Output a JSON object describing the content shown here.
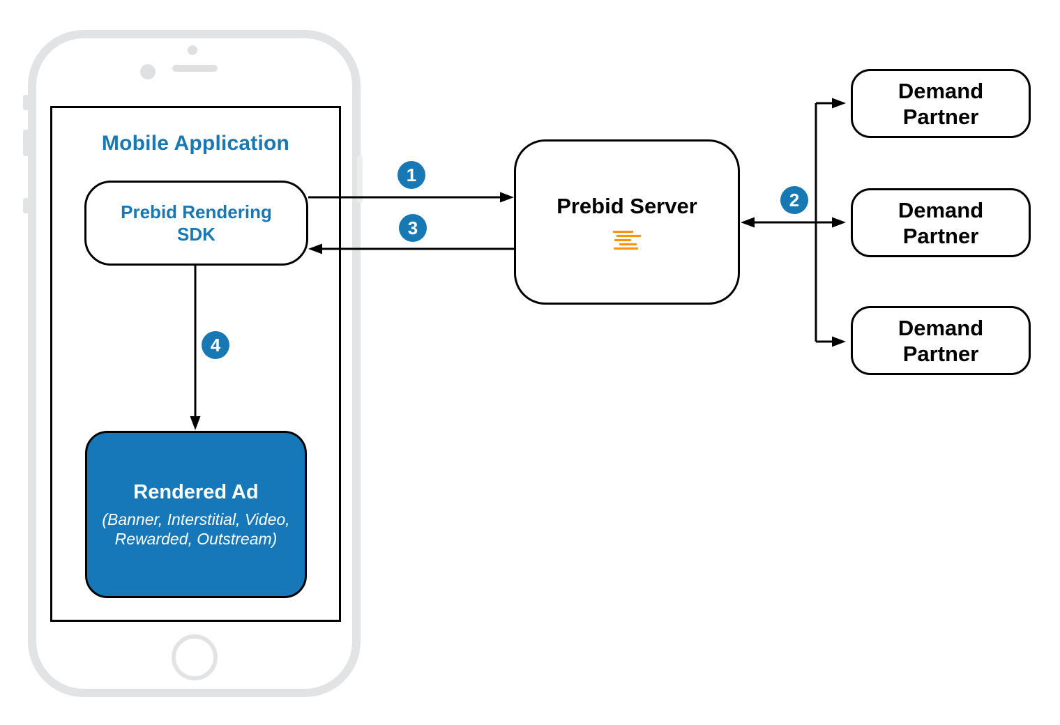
{
  "diagram": {
    "mobile_app": {
      "title": "Mobile Application"
    },
    "sdk": {
      "lines": [
        "Prebid Rendering",
        "SDK"
      ]
    },
    "rendered_ad": {
      "title": "Rendered Ad",
      "subtitle_lines": [
        "(Banner, Interstitial, Video,",
        "Rewarded, Outstream)"
      ]
    },
    "prebid_server": {
      "label": "Prebid Server",
      "logo_icon": "prebid-lines-logo"
    },
    "demand_partners": [
      {
        "label": "Demand Partner"
      },
      {
        "label": "Demand Partner"
      },
      {
        "label": "Demand Partner"
      }
    ],
    "steps": [
      {
        "number": "1"
      },
      {
        "number": "2"
      },
      {
        "number": "3"
      },
      {
        "number": "4"
      }
    ],
    "colors": {
      "accent_blue": "#1878b4",
      "ad_fill_blue": "#1678b8",
      "logo_orange": "#f89406",
      "phone_frame_gray": "#e2e3e5",
      "arrow_black": "#000000"
    }
  }
}
